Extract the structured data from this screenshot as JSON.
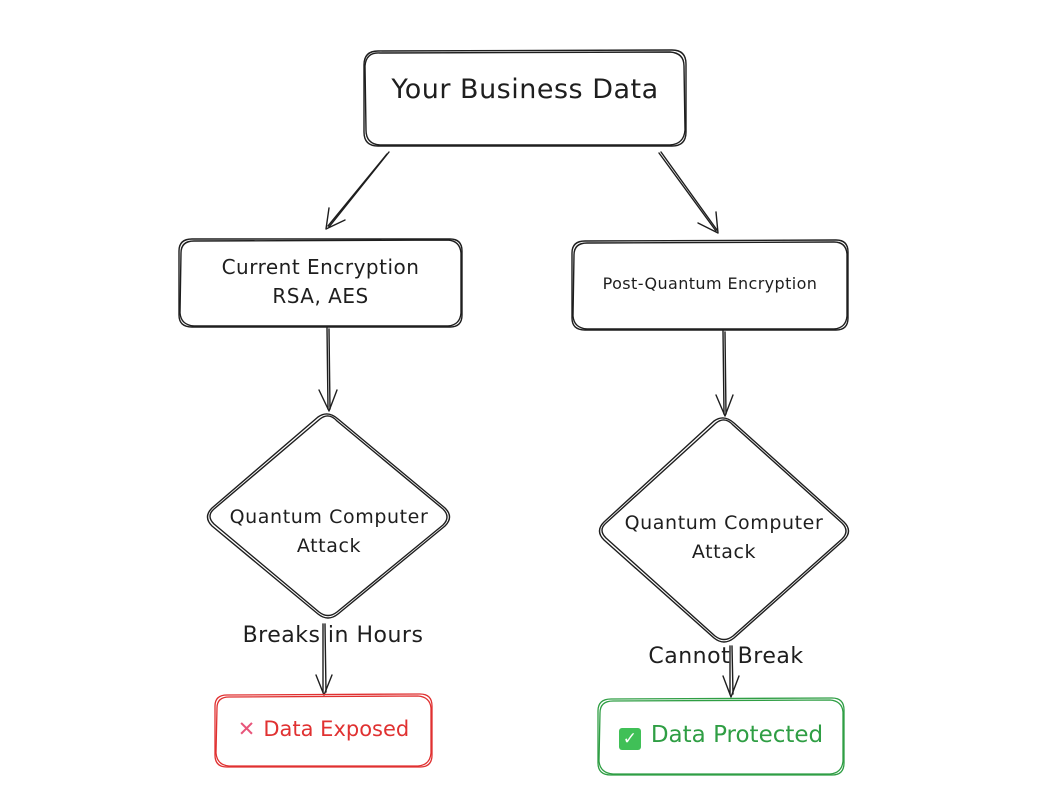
{
  "nodes": {
    "root": "Your Business Data",
    "current_title": "Current Encryption",
    "current_sub": "RSA, AES",
    "pq": "Post-Quantum Encryption",
    "attack_left_l1": "Quantum Computer",
    "attack_left_l2": "Attack",
    "attack_right_l1": "Quantum Computer",
    "attack_right_l2": "Attack",
    "exposed": "Data Exposed",
    "protected": "Data Protected"
  },
  "edges": {
    "left_label": "Breaks in Hours",
    "right_label": "Cannot Break"
  },
  "icons": {
    "exposed": "cross-mark-icon",
    "protected": "check-box-icon"
  },
  "colors": {
    "stroke": "#1e1e1e",
    "exposed": "#e03131",
    "protected": "#2f9e44"
  }
}
